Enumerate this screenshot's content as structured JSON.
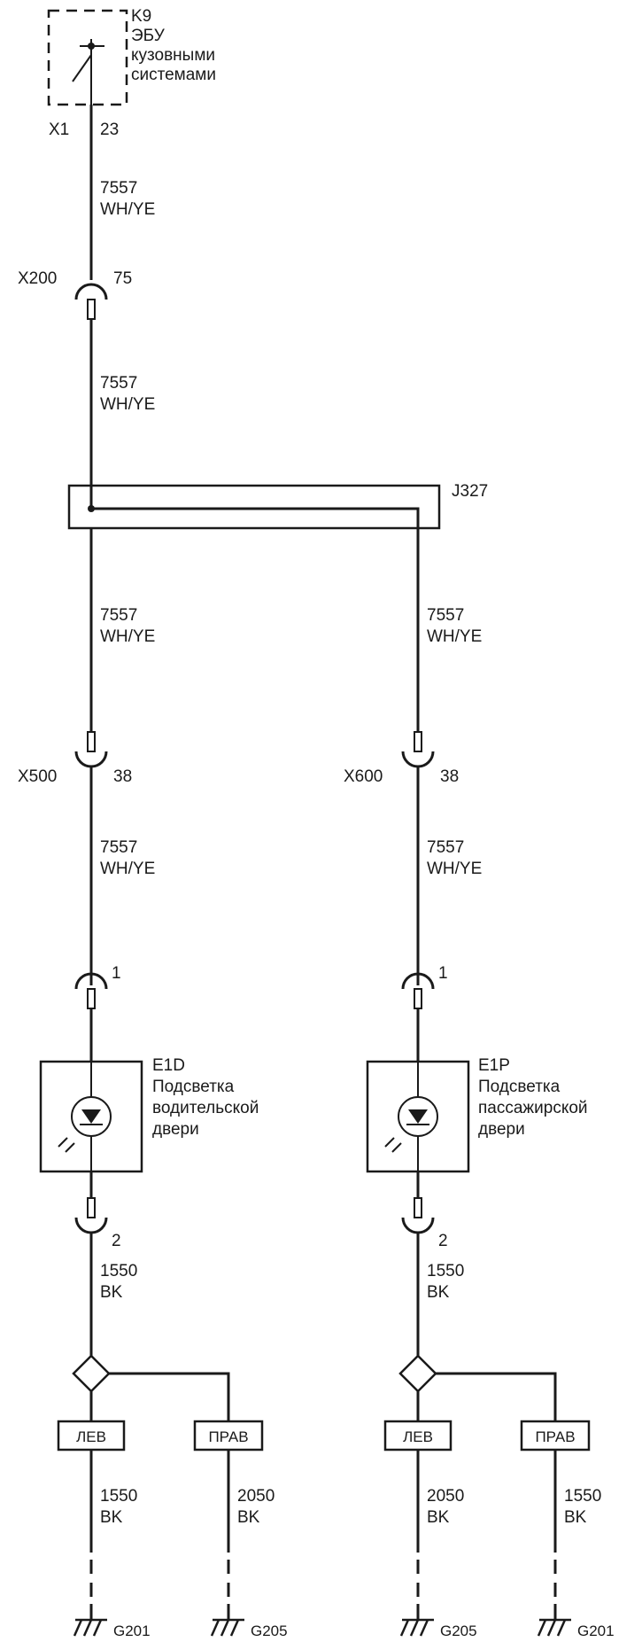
{
  "module": {
    "ref": "K9",
    "name_lines": [
      "ЭБУ",
      "кузовными",
      "системами"
    ],
    "connector": "X1",
    "pin": "23"
  },
  "wires": {
    "circuit": "7557",
    "color": "WH/YE",
    "ground_circuit_a": "1550",
    "ground_circuit_b": "2050",
    "ground_color": "BK"
  },
  "connectors": {
    "x200": {
      "name": "X200",
      "pin": "75"
    },
    "x500": {
      "name": "X500",
      "pin": "38"
    },
    "x600": {
      "name": "X600",
      "pin": "38"
    },
    "lamp_in_pin": "1",
    "lamp_out_pin": "2"
  },
  "splice": {
    "name": "J327"
  },
  "lamps": {
    "left": {
      "ref": "E1D",
      "name_lines": [
        "Подсветка",
        "водительской",
        "двери"
      ]
    },
    "right": {
      "ref": "E1P",
      "name_lines": [
        "Подсветка",
        "пассажирской",
        "двери"
      ]
    }
  },
  "options": {
    "left": "ЛЕВ",
    "right": "ПРАВ"
  },
  "grounds": {
    "g201": "G201",
    "g205": "G205"
  }
}
